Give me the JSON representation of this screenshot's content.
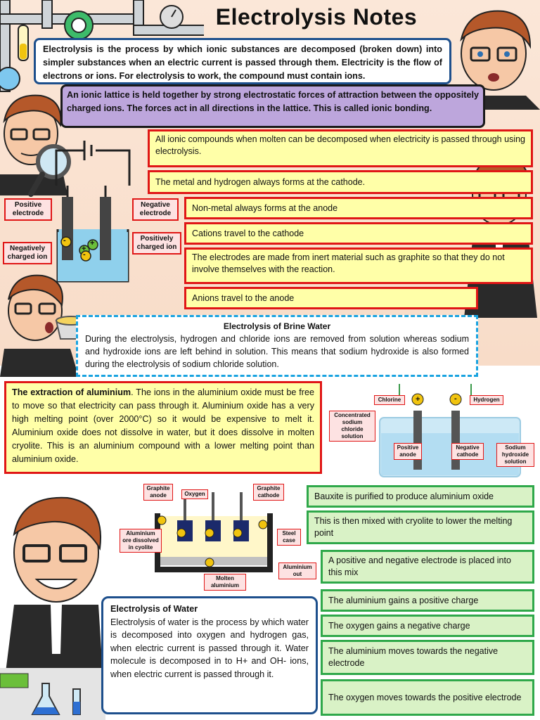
{
  "title": "Electrolysis Notes",
  "intro": "Electrolysis is the process by which ionic substances are decomposed (broken down) into simpler substances when an electric current is passed through them. Electricity is the flow of electrons or ions. For electrolysis to work, the compound must contain ions.",
  "ionic_lattice": "An ionic lattice is held together by strong electrostatic forces of attraction between the oppositely charged ions. The forces act in all directions in the lattice. This is called ionic bonding.",
  "facts": [
    "All ionic compounds when molten can be decomposed when electricity is passed through using electrolysis.",
    "The metal and hydrogen always forms at the cathode.",
    "Non-metal always forms at the anode",
    "Cations travel to the cathode",
    "The electrodes are made from inert material such as graphite so that they do not involve themselves with the reaction.",
    "Anions travel to the anode"
  ],
  "diagram1": {
    "positive_electrode": "Positive electrode",
    "negative_electrode": "Negative electrode",
    "positively_charged_ion": "Positively charged ion",
    "negatively_charged_ion": "Negatively charged ion",
    "plus": "+",
    "minus": "-"
  },
  "brine": {
    "title": "Electrolysis of Brine Water",
    "text": "During the electrolysis, hydrogen and chloride ions are removed from solution whereas sodium and hydroxide ions are left behind in solution. This means that sodium hydroxide is also formed during the electrolysis of sodium chloride solution."
  },
  "aluminium": {
    "lead": "The extraction of aluminium",
    "text": ". The ions in the aluminium oxide must be free to move so that electricity can pass through it. Aluminium oxide has a very high melting point (over 2000°C) so it would be expensive to melt it. Aluminium oxide does not dissolve in water, but it does dissolve in molten cryolite. This is an aluminium compound with a lower melting point than aluminium oxide."
  },
  "diagram2": {
    "chlorine": "Chlorine",
    "hydrogen": "Hydrogen",
    "concentrated": "Concentrated sodium chloride solution",
    "positive_anode": "Positive anode",
    "negative_cathode": "Negative cathode",
    "sodium_hydroxide": "Sodium hydroxide solution"
  },
  "diagram3": {
    "graphite_anode": "Graphite anode",
    "oxygen": "Oxygen",
    "graphite_cathode": "Graphite cathode",
    "ore": "Aluminium ore dissolved in cyolite",
    "steel_case": "Steel case",
    "molten": "Molten aluminium",
    "out": "Aluminium out"
  },
  "steps": [
    "Bauxite is purified to produce aluminium oxide",
    "This is then mixed with cryolite to lower the melting point",
    "A positive and negative electrode is placed into this mix",
    "The aluminium gains a positive charge",
    "The oxygen gains a negative charge",
    "The aluminium moves towards the negative electrode",
    "The oxygen moves towards the positive electrode"
  ],
  "water": {
    "title": "Electrolysis of Water",
    "text": "Electrolysis of water is the process by which water is decomposed into oxygen and hydrogen gas, when electric current is passed through it. Water molecule is decomposed in to H+ and OH- ions, when electric current is passed through it."
  },
  "colors": {
    "yellow_box": "#ffffa8",
    "red_border": "#e01616",
    "green_box": "#d9f2c6",
    "green_border": "#2fa84a",
    "purple_box": "#bda6dc",
    "blue_border": "#1d4f8c",
    "dashed_blue": "#19a3e0"
  },
  "icons": [
    "pipe-apparatus-icon",
    "pressure-gauge-icon",
    "test-tube-icon",
    "teacher-avatar-icon",
    "magnifying-glass-icon",
    "crucible-icon",
    "flask-icon"
  ]
}
